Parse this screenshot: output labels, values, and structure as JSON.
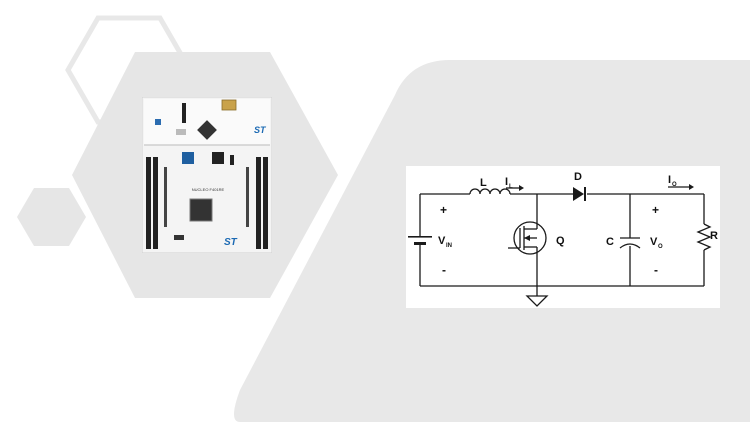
{
  "colors": {
    "background": "#ffffff",
    "hex_shape": "#e6e6e6",
    "big_panel": "#e8e8e8",
    "wire": "#1a1a1a",
    "board_white": "#f4f4f4",
    "header_pins": "#222222",
    "chip": "#333333",
    "usb": "#c9a24a",
    "st_logo": "#1b69b3"
  },
  "circuit": {
    "inductor_label": "L",
    "inductor_current_main": "I",
    "inductor_current_sub": "L",
    "diode_label": "D",
    "output_current_main": "I",
    "output_current_sub": "O",
    "source_main": "V",
    "source_sub": "IN",
    "input_plus": "+",
    "input_minus": "-",
    "switch_label": "Q",
    "capacitor_label": "C",
    "output_voltage_main": "V",
    "output_voltage_sub": "O",
    "output_plus": "+",
    "output_minus": "-",
    "load_label": "R"
  },
  "board": {
    "silkscreen_text": "NUCLEO F401RE",
    "logo_text": "ST"
  }
}
